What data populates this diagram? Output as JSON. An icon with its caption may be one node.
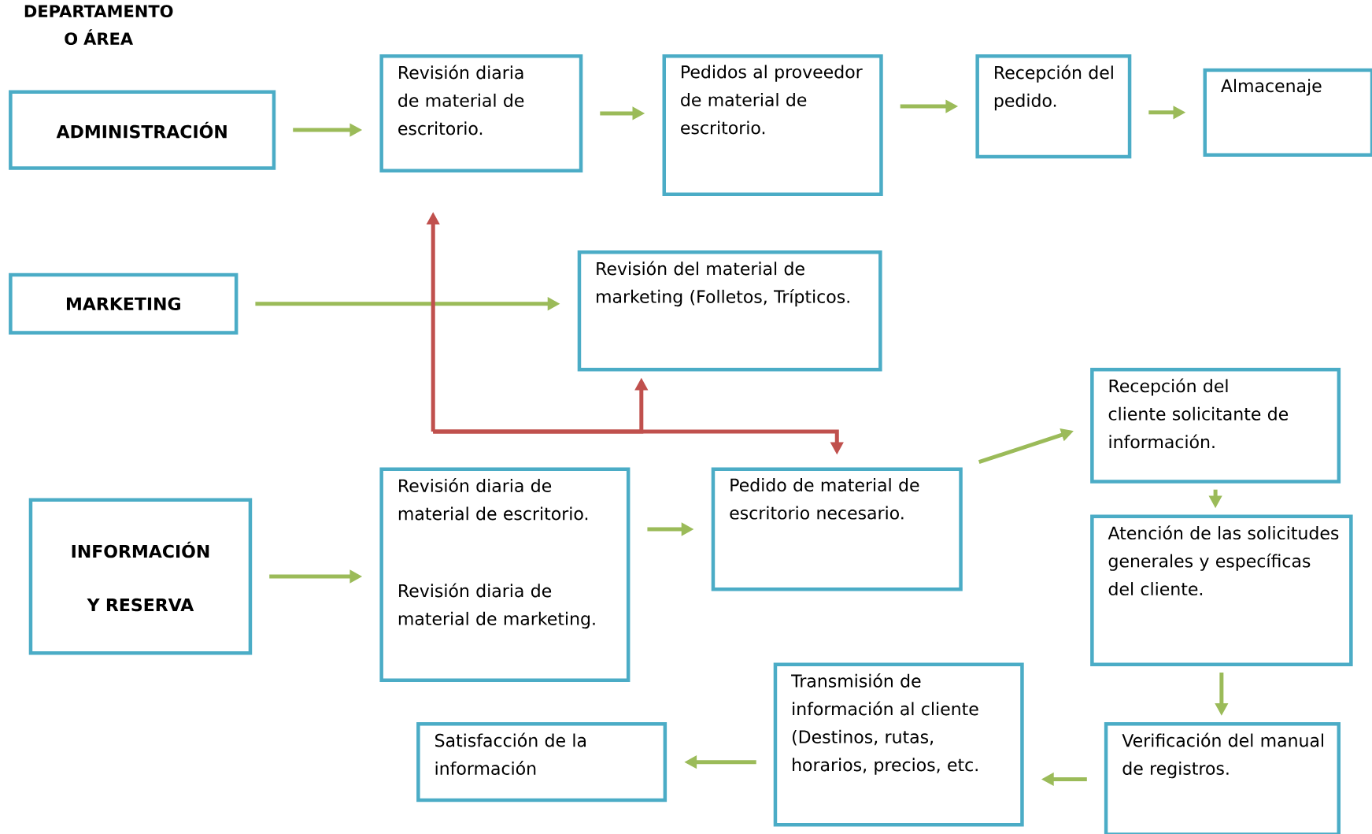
{
  "diagram": {
    "title": "DEPARTAMENTO O ÁREA",
    "nodes": [
      {
        "text": [
          "ADMINISTRACIÓN"
        ]
      },
      {
        "text": [
          "Revisión diaria de material de escritorio."
        ]
      },
      {
        "text": [
          "Pedidos al proveedor de material de escritorio."
        ]
      },
      {
        "text": [
          "Recepción del pedido."
        ]
      },
      {
        "text": [
          "Almacenaje"
        ]
      },
      {
        "text": [
          "MARKETING"
        ]
      },
      {
        "text": [
          "Revisión del material de marketing (Folletos, Trípticos."
        ]
      },
      {
        "text": [
          "INFORMACIÓN Y RESERVA"
        ]
      },
      {
        "text": [
          "Revisión diaria de material de escritorio.",
          "Revisión diaria de material de marketing."
        ]
      },
      {
        "text": [
          "Pedido de material de escritorio necesario."
        ]
      },
      {
        "text": [
          "Recepción del cliente solicitante de información."
        ]
      },
      {
        "text": [
          "Atención de las solicitudes generales y específicas del cliente."
        ]
      },
      {
        "text": [
          "Verificación del manual de registros."
        ]
      },
      {
        "text": [
          "Transmisión de información al cliente (Destinos, rutas, horarios, precios, etc."
        ]
      },
      {
        "text": [
          "Satisfacción de la información"
        ]
      }
    ],
    "edges": [
      {
        "from": 0,
        "to": 1,
        "arrow": "to"
      },
      {
        "from": 1,
        "to": 2,
        "arrow": "to"
      },
      {
        "from": 2,
        "to": 3,
        "arrow": "to"
      },
      {
        "from": 3,
        "to": 4,
        "arrow": "to"
      },
      {
        "from": 5,
        "to": 6,
        "arrow": "to"
      },
      {
        "from": 7,
        "to": 8,
        "arrow": "to"
      },
      {
        "from": 8,
        "to": 9,
        "arrow": "to"
      },
      {
        "from": 9,
        "to": 10,
        "arrow": "to"
      },
      {
        "from": 10,
        "to": 11,
        "arrow": "to"
      },
      {
        "from": 11,
        "to": 12,
        "arrow": "to"
      },
      {
        "from": 12,
        "to": 13,
        "arrow": "to"
      },
      {
        "from": 13,
        "to": 14,
        "arrow": "to"
      },
      {
        "from": null,
        "to": 1,
        "arrow": "to",
        "color": "#c0504d"
      },
      {
        "from": null,
        "to": 6,
        "arrow": "to",
        "color": "#c0504d"
      },
      {
        "from": null,
        "to": 9,
        "arrow": "to",
        "color": "#c0504d"
      }
    ]
  }
}
